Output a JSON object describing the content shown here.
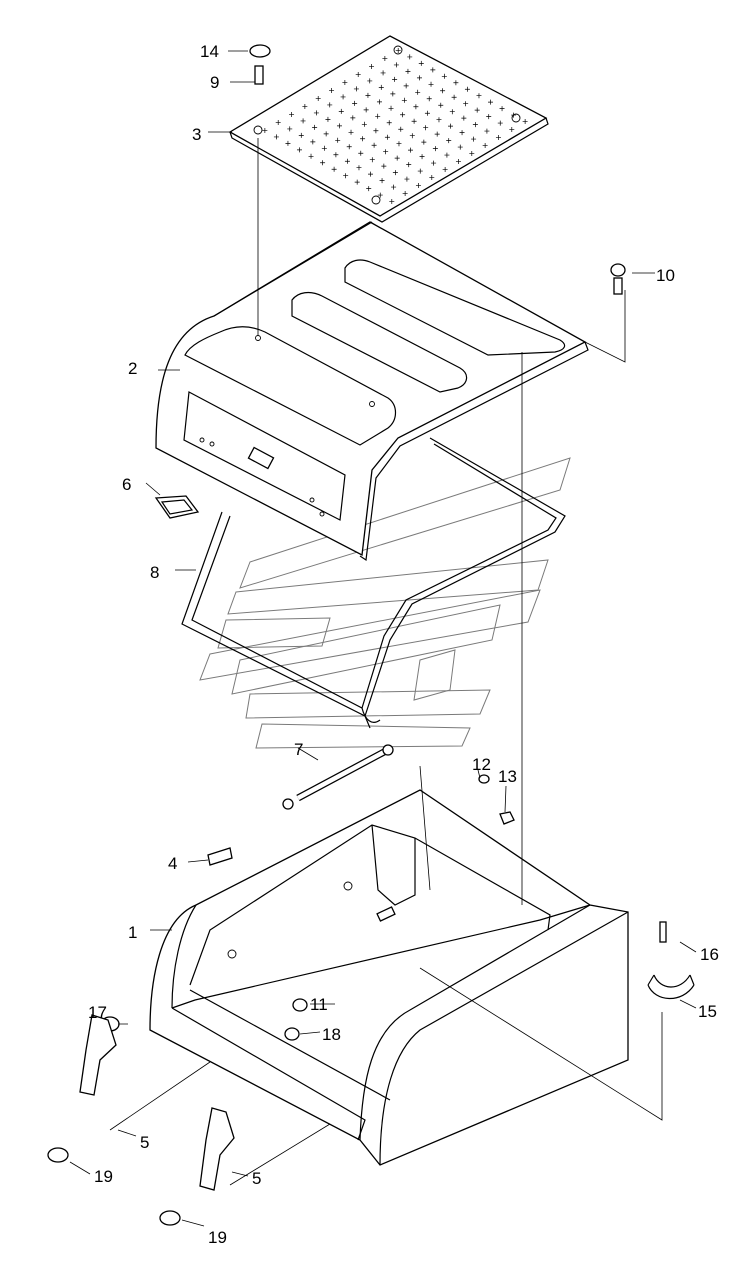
{
  "diagram": {
    "callouts": [
      "1",
      "2",
      "3",
      "4",
      "5",
      "5",
      "6",
      "7",
      "8",
      "9",
      "10",
      "11",
      "12",
      "13",
      "14",
      "15",
      "16",
      "17",
      "18",
      "19",
      "19"
    ]
  },
  "colors": {
    "line": "#000000",
    "watermark": "#7a7a7a",
    "background": "#ffffff"
  }
}
